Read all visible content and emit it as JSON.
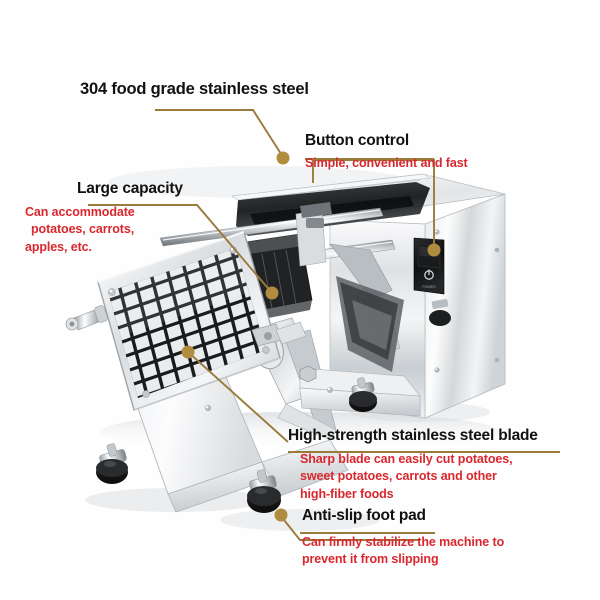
{
  "page": {
    "background_color": "#ffffff",
    "title_color": "#111111",
    "body_color": "#d9272e",
    "leader_color": "#9a7b3a",
    "product": "stainless-steel-potato-chipper-french-fry-cutter"
  },
  "callouts": [
    {
      "id": "material",
      "title": "304 food grade stainless steel",
      "lines": []
    },
    {
      "id": "button-control",
      "title": "Button control",
      "lines": [
        "Simple, convenient and fast"
      ]
    },
    {
      "id": "large-capacity",
      "title": "Large capacity",
      "lines": [
        "Can accommodate",
        "potatoes, carrots,",
        "apples, etc."
      ]
    },
    {
      "id": "blade",
      "title": "High-strength stainless steel blade",
      "lines": [
        "Sharp blade can easily cut potatoes,",
        "sweet potatoes, carrots and other",
        "high-fiber foods"
      ]
    },
    {
      "id": "foot-pad",
      "title": "Anti-slip foot pad",
      "lines": [
        "Can firmly stabilize the machine to",
        "prevent it from slipping"
      ]
    }
  ]
}
